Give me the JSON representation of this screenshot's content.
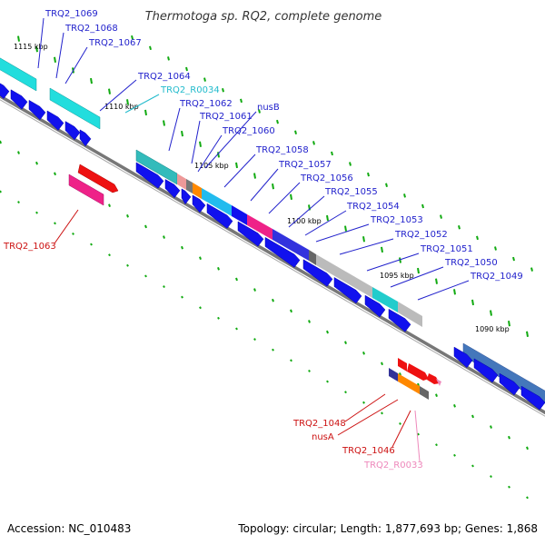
{
  "title": "Thermotoga sp. RQ2, complete genome",
  "footer": {
    "accession": "Accession: NC_010483",
    "topology": "Topology: circular; Length: 1,877,693 bp; Genes: 1,868"
  },
  "colors": {
    "backbone": "#777777",
    "tick": "#11aa11",
    "label_blue": "#2222cc",
    "label_red": "#cc1111",
    "label_cyan": "#22bbcc",
    "label_pink": "#ee88bb",
    "gene_blue": "#1111ee",
    "gene_cyan": "#22dddd",
    "gene_teal": "#33bbbb",
    "gene_red": "#ee1111",
    "gene_magenta": "#ee2288",
    "gene_orange": "#ff8800",
    "gene_grey": "#bbbbbb",
    "gene_steel": "#4477bb"
  },
  "kbp_markers": [
    "1115 kbp",
    "1110 kbp",
    "1105 kbp",
    "1100 kbp",
    "1095 kbp",
    "1090 kbp"
  ],
  "gene_labels_blue": [
    "TRQ2_1069",
    "TRQ2_1068",
    "TRQ2_1067",
    "TRQ2_1064",
    "TRQ2_1062",
    "nusB",
    "TRQ2_1061",
    "TRQ2_1060",
    "TRQ2_1058",
    "TRQ2_1057",
    "TRQ2_1056",
    "TRQ2_1055",
    "TRQ2_1054",
    "TRQ2_1053",
    "TRQ2_1052",
    "TRQ2_1051",
    "TRQ2_1050",
    "TRQ2_1049"
  ],
  "gene_label_rna": "TRQ2_R0034",
  "gene_labels_red": [
    "TRQ2_1063",
    "TRQ2_1048",
    "nusA",
    "TRQ2_1046"
  ],
  "gene_label_rna_bottom": "TRQ2_R0033"
}
